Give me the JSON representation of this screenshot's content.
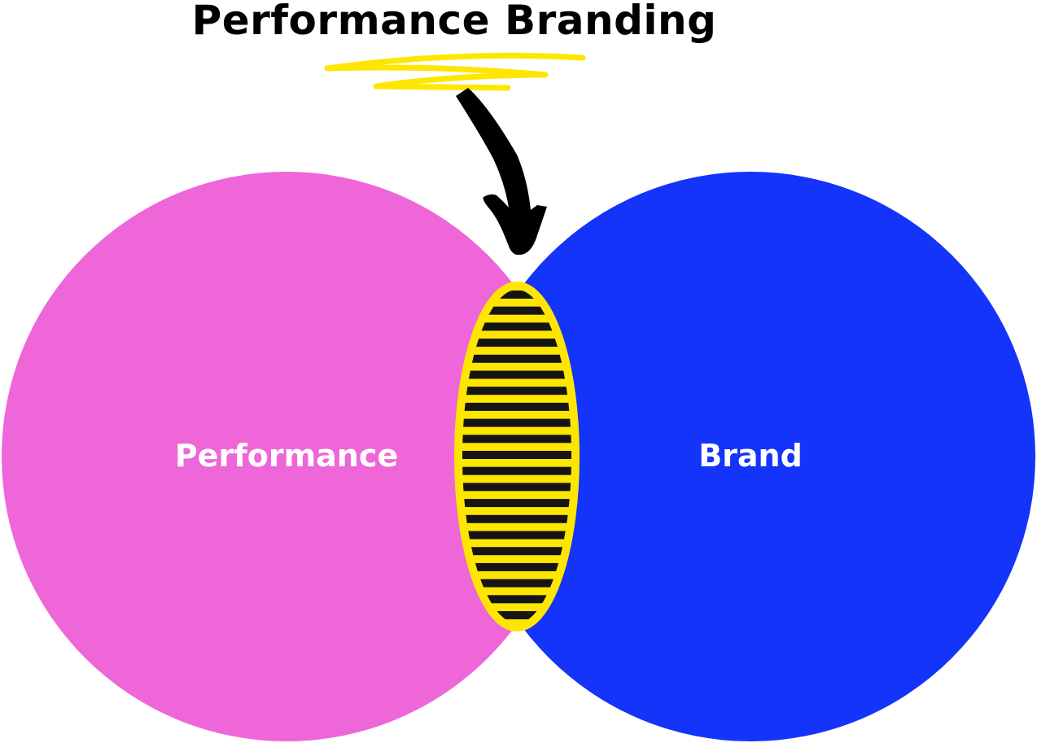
{
  "title": "Performance Branding",
  "sets": [
    {
      "label": "Performance",
      "color": "#EE66D8"
    },
    {
      "label": "Brand",
      "color": "#1434FA"
    }
  ],
  "overlap": {
    "fill": "#FFE600",
    "stripe": "#151515"
  },
  "arrow_color": "#000000",
  "highlight_color": "#FFE600"
}
